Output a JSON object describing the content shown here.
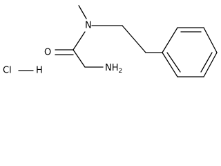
{
  "molecule": {
    "atoms": {
      "amide_nitrogen": "N",
      "carbonyl_oxygen": "O",
      "amine_group": "NH2",
      "salt_chloride": "HCl"
    },
    "salt_text": "Cl",
    "salt_hydrogen": "H",
    "amine_N": "NH",
    "amine_subscript": "2",
    "colors": {
      "bond": "#000000",
      "label": "#000000",
      "background": "#ffffff"
    }
  }
}
